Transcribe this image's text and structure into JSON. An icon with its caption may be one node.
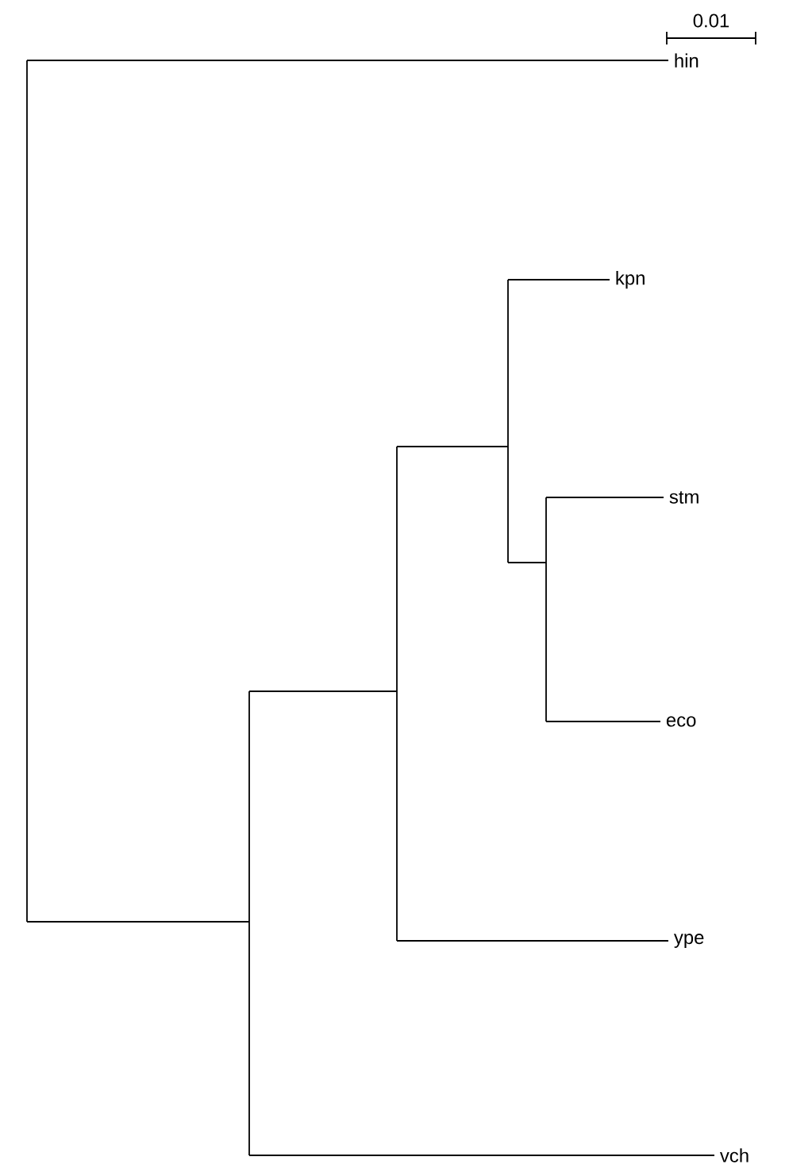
{
  "diagram": {
    "labels": [
      "0.01",
      "hin",
      "kpn",
      "stm",
      "eco",
      "ype",
      "vch"
    ]
  }
}
